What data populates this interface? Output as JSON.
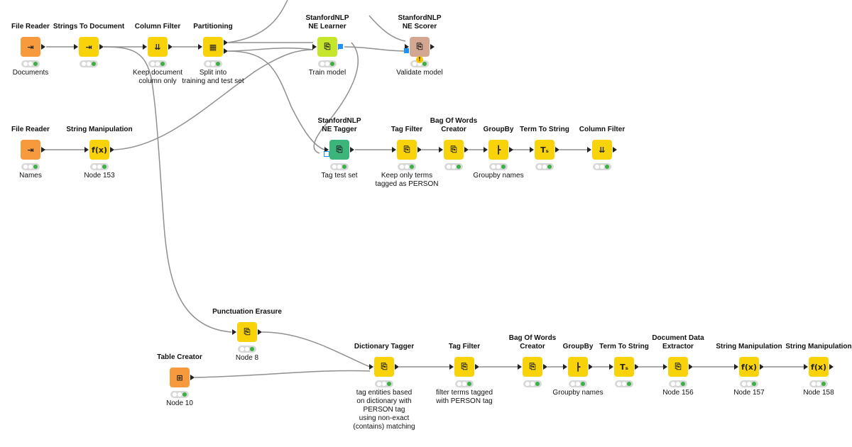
{
  "colors": {
    "source": "#f79a3d",
    "manipulator": "#f9d30a",
    "learner": "#c6e62d",
    "predictor": "#3bb57a",
    "scorer": "#d4a792",
    "edge": "#909090",
    "status_ok": "#3cb043"
  },
  "nodes": [
    {
      "id": "file-reader-1",
      "title": "File Reader",
      "label": "Documents",
      "kind": "source",
      "icon": "file-arrow-icon",
      "glyph": "⇥"
    },
    {
      "id": "strings-to-document",
      "title": "Strings To Document",
      "label": "",
      "kind": "manipulator",
      "icon": "document-arrow-icon",
      "glyph": "⇥"
    },
    {
      "id": "column-filter-1",
      "title": "Column Filter",
      "label": "Keep document\ncolumn only",
      "kind": "manipulator",
      "icon": "column-filter-icon",
      "glyph": "⇊"
    },
    {
      "id": "partitioning",
      "title": "Partitioning",
      "label": "Split into\ntraining and test set",
      "kind": "manipulator",
      "icon": "grid-icon",
      "glyph": "▦"
    },
    {
      "id": "ne-learner",
      "title": "StanfordNLP\nNE Learner",
      "label": "Train model",
      "kind": "learner",
      "icon": "pos-tag-icon",
      "glyph": "⎘"
    },
    {
      "id": "ne-scorer",
      "title": "StanfordNLP\nNE Scorer",
      "label": "Validate model",
      "kind": "scorer",
      "icon": "pos-tag-icon",
      "glyph": "⎘",
      "warning": true
    },
    {
      "id": "file-reader-2",
      "title": "File Reader",
      "label": "Names",
      "kind": "source",
      "icon": "file-arrow-icon",
      "glyph": "⇥"
    },
    {
      "id": "string-manipulation-1",
      "title": "String Manipulation",
      "label": "Node 153",
      "kind": "manipulator",
      "icon": "function-icon",
      "glyph": "f(x)"
    },
    {
      "id": "ne-tagger",
      "title": "StanfordNLP\nNE Tagger",
      "label": "Tag test set",
      "kind": "predictor",
      "icon": "pos-tag-icon",
      "glyph": "⎘"
    },
    {
      "id": "tag-filter-1",
      "title": "Tag Filter",
      "label": "Keep only terms\ntagged as PERSON",
      "kind": "manipulator",
      "icon": "tag-filter-icon",
      "glyph": "⎘"
    },
    {
      "id": "bow-creator-1",
      "title": "Bag Of Words\nCreator",
      "label": "",
      "kind": "manipulator",
      "icon": "bag-of-words-icon",
      "glyph": "⎘"
    },
    {
      "id": "groupby-1",
      "title": "GroupBy",
      "label": "Groupby names",
      "kind": "manipulator",
      "icon": "groupby-icon",
      "glyph": "┣"
    },
    {
      "id": "term-to-string-1",
      "title": "Term To String",
      "label": "",
      "kind": "manipulator",
      "icon": "term-to-string-icon",
      "glyph": "Tₛ"
    },
    {
      "id": "column-filter-2",
      "title": "Column Filter",
      "label": "",
      "kind": "manipulator",
      "icon": "column-filter-icon",
      "glyph": "⇊"
    },
    {
      "id": "punctuation-erasure",
      "title": "Punctuation Erasure",
      "label": "Node 8",
      "kind": "manipulator",
      "icon": "punctuation-icon",
      "glyph": "⎘"
    },
    {
      "id": "table-creator",
      "title": "Table Creator",
      "label": "Node 10",
      "kind": "source",
      "icon": "table-plus-icon",
      "glyph": "⊞"
    },
    {
      "id": "dictionary-tagger",
      "title": "Dictionary Tagger",
      "label": "tag entities based\non dictionary with\nPERSON tag\nusing non-exact\n(contains) matching",
      "kind": "manipulator",
      "icon": "pos-tag-icon",
      "glyph": "⎘"
    },
    {
      "id": "tag-filter-2",
      "title": "Tag Filter",
      "label": "filter terms tagged\nwith PERSON tag",
      "kind": "manipulator",
      "icon": "tag-filter-icon",
      "glyph": "⎘"
    },
    {
      "id": "bow-creator-2",
      "title": "Bag Of Words\nCreator",
      "label": "",
      "kind": "manipulator",
      "icon": "bag-of-words-icon",
      "glyph": "⎘"
    },
    {
      "id": "groupby-2",
      "title": "GroupBy",
      "label": "Groupby names",
      "kind": "manipulator",
      "icon": "groupby-icon",
      "glyph": "┣"
    },
    {
      "id": "term-to-string-2",
      "title": "Term To String",
      "label": "",
      "kind": "manipulator",
      "icon": "term-to-string-icon",
      "glyph": "Tₛ"
    },
    {
      "id": "document-data-extractor",
      "title": "Document Data\nExtractor",
      "label": "Node 156",
      "kind": "manipulator",
      "icon": "document-extract-icon",
      "glyph": "⎘"
    },
    {
      "id": "string-manipulation-2",
      "title": "String Manipulation",
      "label": "Node 157",
      "kind": "manipulator",
      "icon": "function-icon",
      "glyph": "f(x)"
    },
    {
      "id": "string-manipulation-3",
      "title": "String Manipulation",
      "label": "Node 158",
      "kind": "manipulator",
      "icon": "function-icon",
      "glyph": "f(x)"
    }
  ]
}
